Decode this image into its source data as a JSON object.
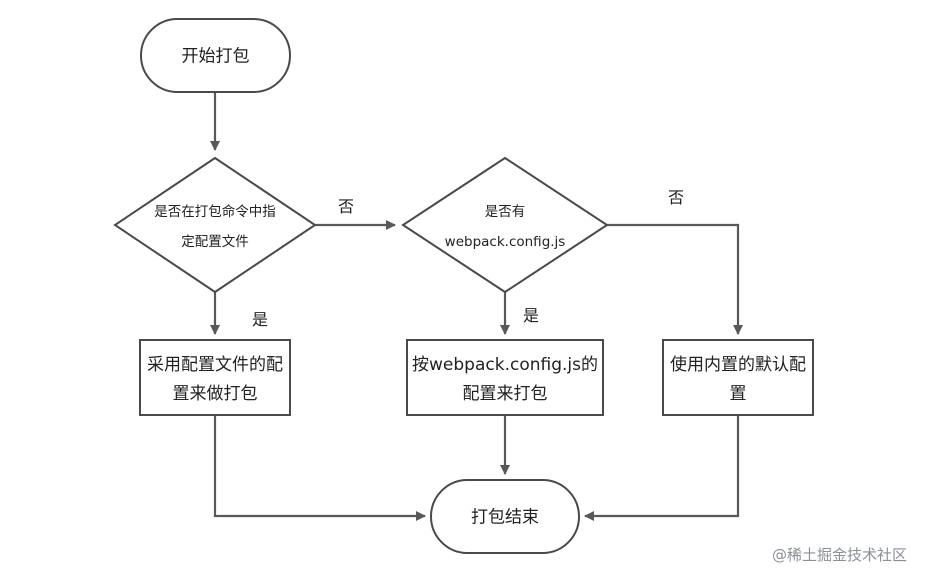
{
  "nodes": {
    "start": {
      "lines": [
        "开始打包"
      ]
    },
    "cond_cmd": {
      "lines": [
        "是否在打包命令中指",
        "定配置文件"
      ]
    },
    "cond_webpack": {
      "lines": [
        "是否有",
        "webpack.config.js"
      ]
    },
    "use_file": {
      "lines": [
        "采用配置文件的配",
        "置来做打包"
      ]
    },
    "use_webpack": {
      "lines": [
        "按webpack.config.js的",
        "配置来打包"
      ]
    },
    "use_default": {
      "lines": [
        "使用内置的默认配",
        "置"
      ]
    },
    "end": {
      "lines": [
        "打包结束"
      ]
    }
  },
  "edges": {
    "cmd_no": "否",
    "cmd_yes": "是",
    "webpack_yes": "是",
    "webpack_no": "否"
  },
  "watermark": "@稀土掘金技术社区"
}
